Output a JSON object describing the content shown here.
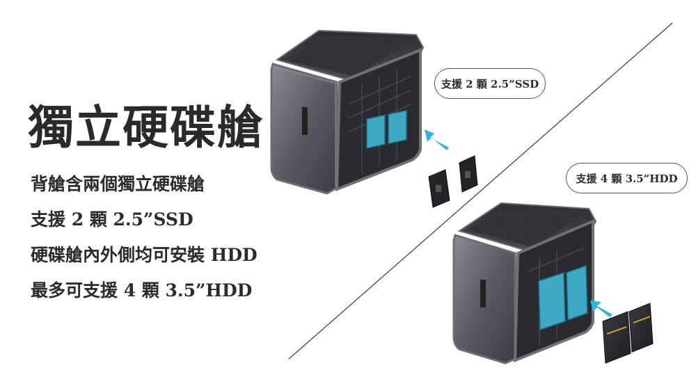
{
  "title": "獨立硬碟艙",
  "features": [
    "背艙含兩個獨立硬碟艙",
    "支援 2 顆 2.5”SSD",
    "硬碟艙內外側均可安裝 HDD",
    "最多可支援 4 顆 3.5”HDD"
  ],
  "badges": {
    "ssd": "支援 2 顆 2.5”SSD",
    "hdd": "支援 4 顆 3.5”HDD"
  },
  "colors": {
    "text": "#2b2b2b",
    "case_frame": "#5d5d66",
    "drive_cage_blue": "#3fa9c4",
    "arrow": "#2fb4dc"
  }
}
